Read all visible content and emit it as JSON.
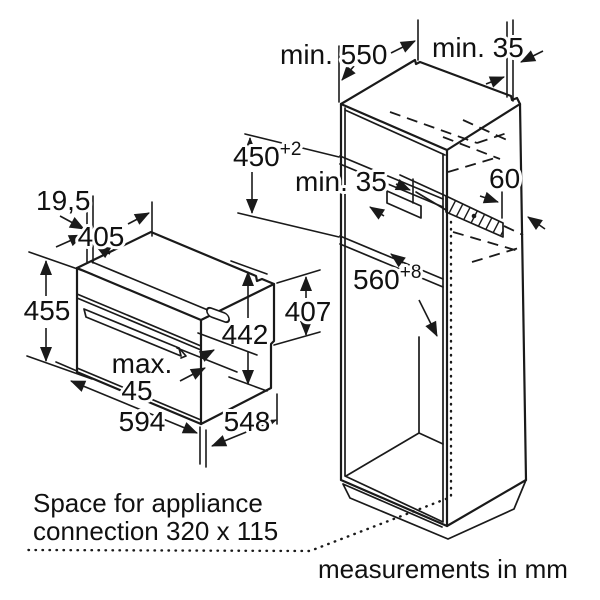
{
  "title": "Built-in appliance installation diagram",
  "colors": {
    "line": "#1a1a1a",
    "background": "#ffffff"
  },
  "labels": {
    "min_550": "min. 550",
    "min_35_top": "min. 35",
    "niche_height": "450",
    "niche_height_tol": "+2",
    "min_35_mid": "min. 35",
    "vent_60": "60",
    "niche_width": "560",
    "niche_width_tol": "+8",
    "oven_offset": "19,5",
    "oven_top_depth": "405",
    "oven_front_height": "455",
    "oven_body_height": "442",
    "oven_rear_height": "407",
    "max_label": "max.",
    "max_value": "45",
    "oven_width": "594",
    "oven_depth": "548",
    "note_connection_1": "Space for appliance",
    "note_connection_2": "connection 320 x 115",
    "note_units": "measurements in mm"
  }
}
